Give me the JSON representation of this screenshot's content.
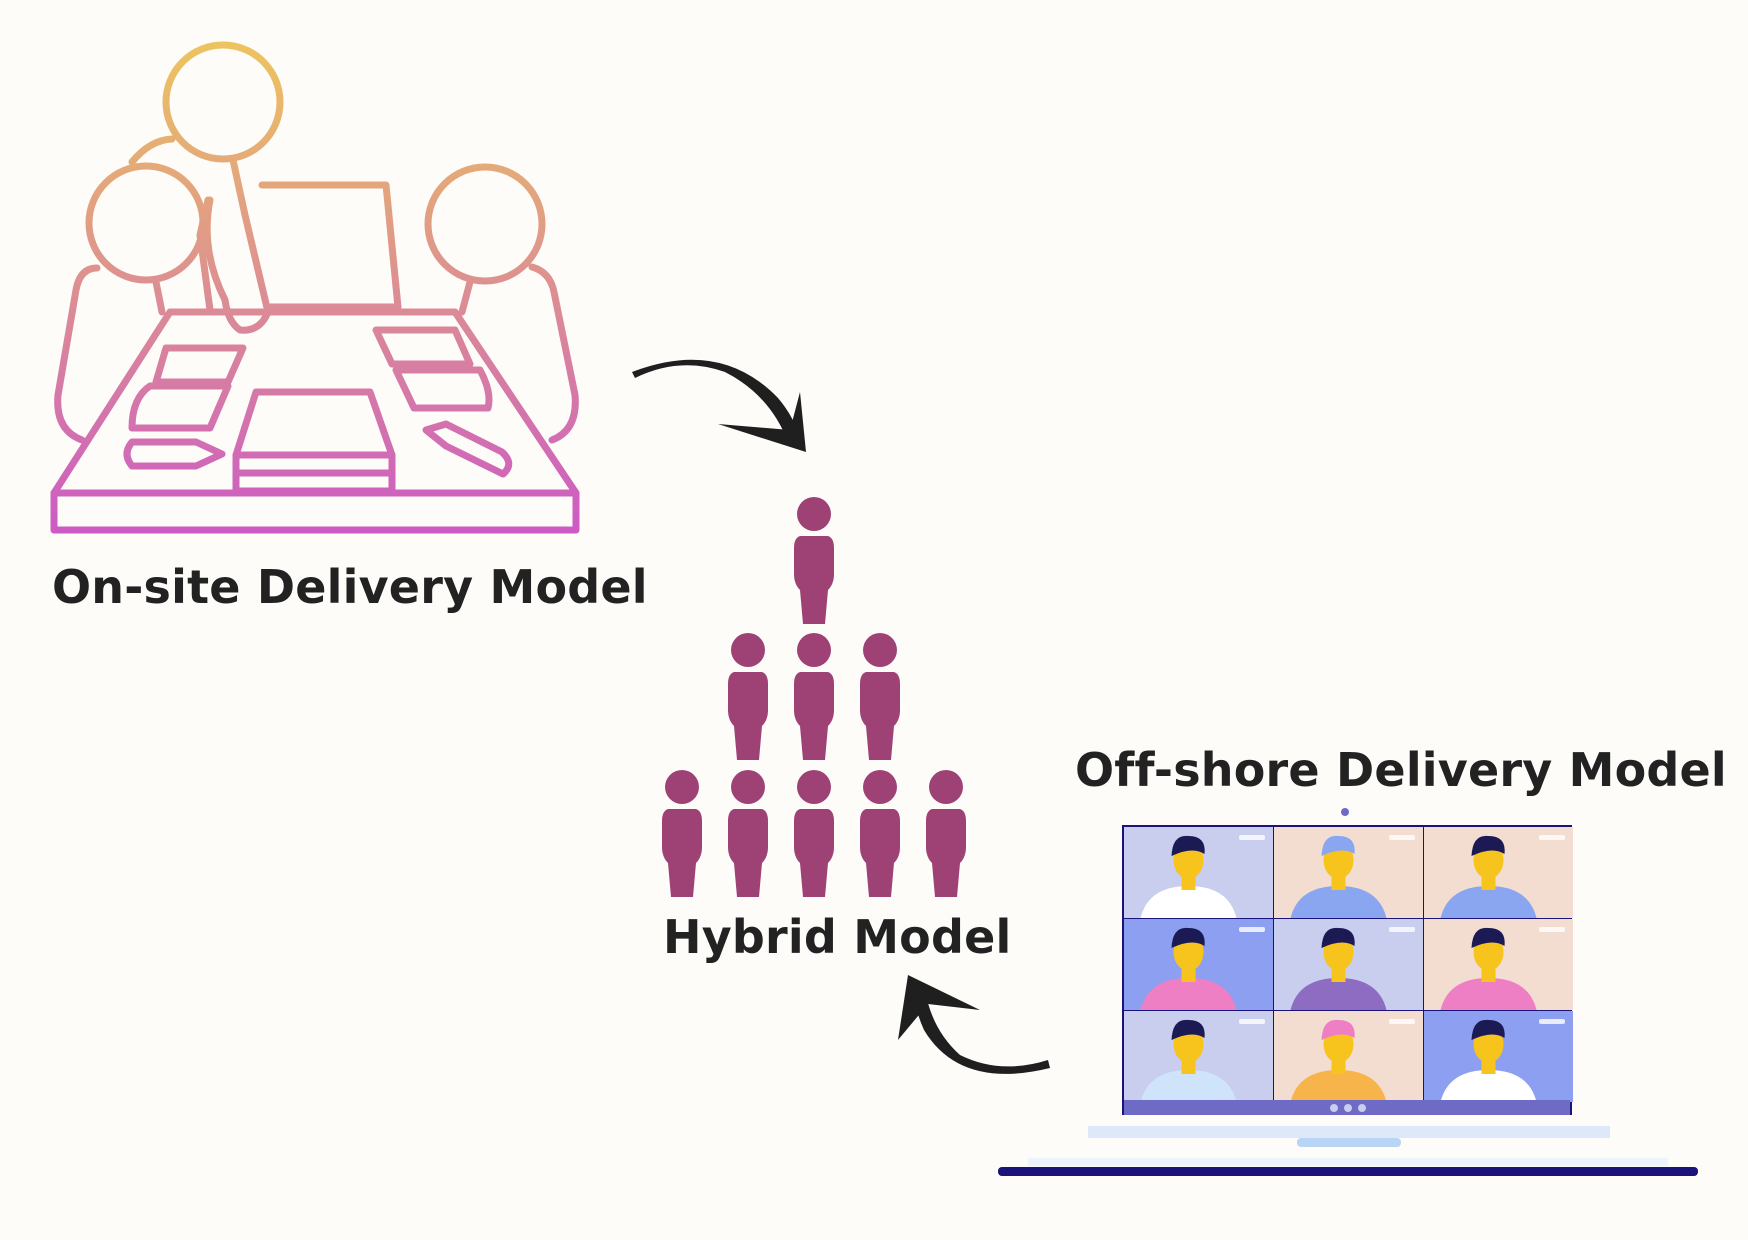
{
  "labels": {
    "onsite": "On-site Delivery Model",
    "hybrid": "Hybrid Model",
    "offshore": "Off-shore Delivery Model"
  },
  "colors": {
    "background": "#fdfcf8",
    "text": "#222222",
    "people": "#9e4276",
    "gradient_top": "#edc55e",
    "gradient_bottom": "#cc5ac5",
    "arrow": "#1f1f1f",
    "laptop_frame": "#1a137a"
  },
  "icons": {
    "onsite": "meeting-table-icon",
    "hybrid": "people-pyramid-icon",
    "offshore": "video-call-laptop-icon"
  },
  "pyramid_rows": [
    1,
    3,
    5
  ],
  "video_tiles": [
    {
      "bg": "#c9cdee",
      "shirt": "#ffffff",
      "hair": "#1b1a55"
    },
    {
      "bg": "#f3ddd0",
      "shirt": "#8aa6f0",
      "hair": "#8aa6f0"
    },
    {
      "bg": "#f3ddd0",
      "shirt": "#8aa6f0",
      "hair": "#1b1a55"
    },
    {
      "bg": "#8d9ff0",
      "shirt": "#ee7fc4",
      "hair": "#1b1a55"
    },
    {
      "bg": "#c9cdee",
      "shirt": "#8d6cc2",
      "hair": "#1b1a55"
    },
    {
      "bg": "#f3ddd0",
      "shirt": "#ee7fc4",
      "hair": "#1b1a55"
    },
    {
      "bg": "#c9cdee",
      "shirt": "#cfe3fb",
      "hair": "#1b1a55"
    },
    {
      "bg": "#f3ddd0",
      "shirt": "#f6b44a",
      "hair": "#ee7fc4"
    },
    {
      "bg": "#8d9ff0",
      "shirt": "#ffffff",
      "hair": "#1b1a55"
    }
  ]
}
